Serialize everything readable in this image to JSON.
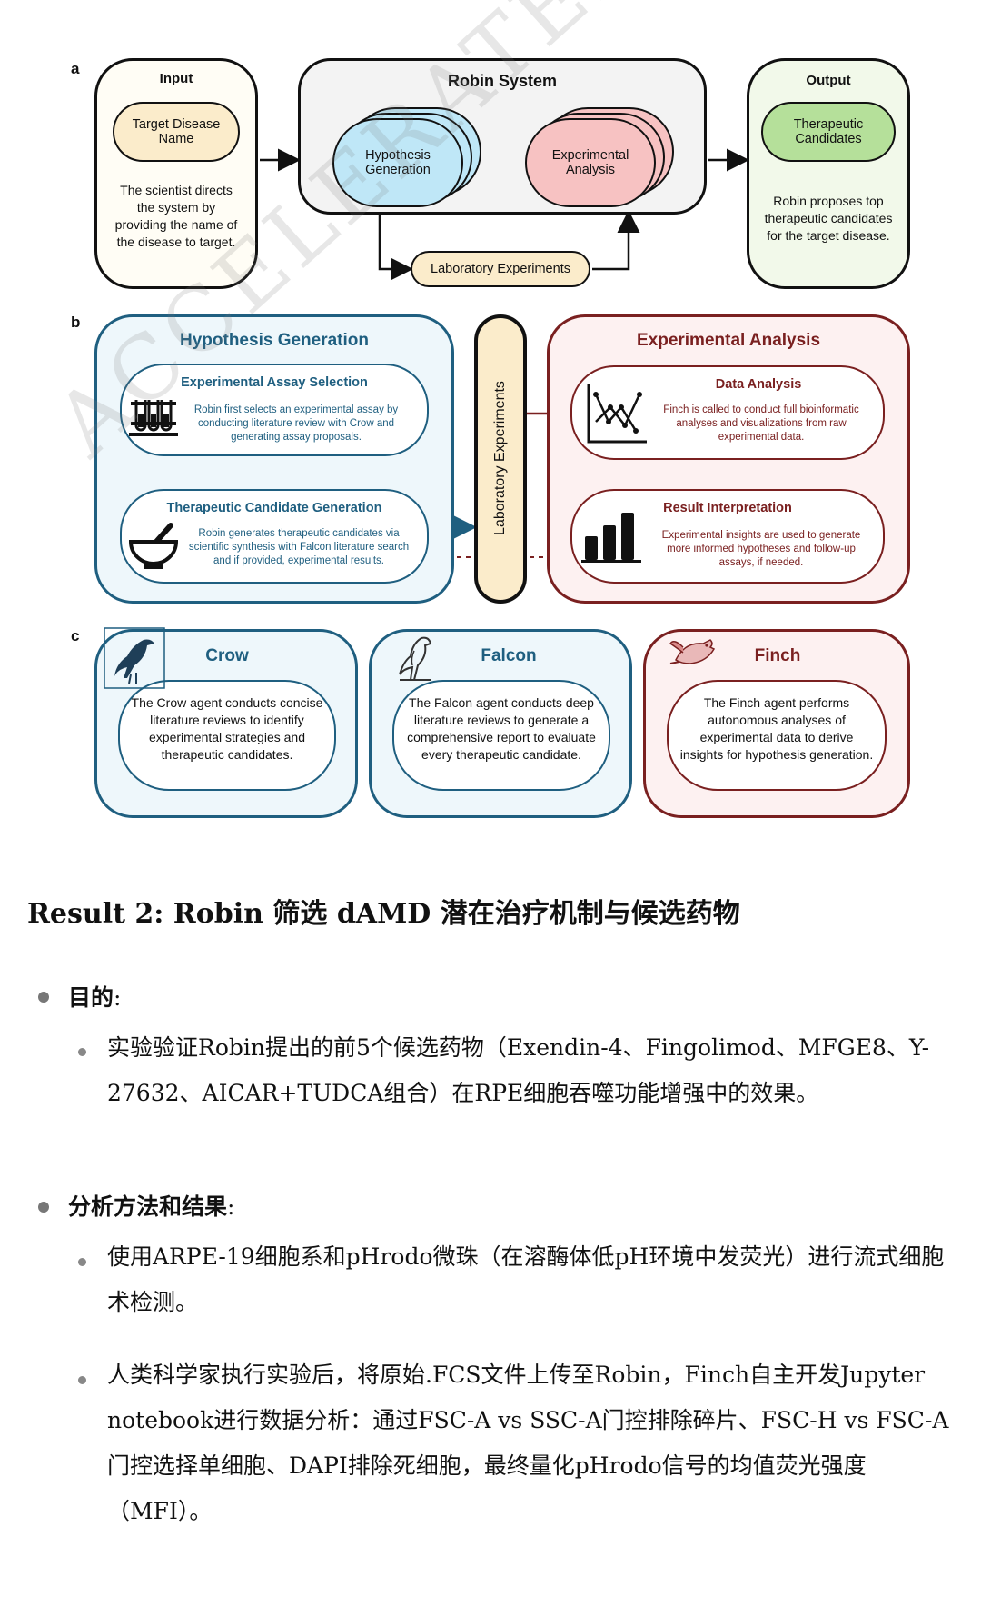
{
  "figure": {
    "panel_a": {
      "letter": "a",
      "input_title": "Input",
      "input_pill": "Target Disease Name",
      "input_desc": "The scientist directs the system by providing the name of the disease to target.",
      "system_title": "Robin System",
      "hypothesis_pill": "Hypothesis Generation",
      "experimental_pill": "Experimental Analysis",
      "lab_pill": "Laboratory Experiments",
      "output_title": "Output",
      "output_pill": "Therapeutic Candidates",
      "output_desc": "Robin proposes top therapeutic candidates for the target disease."
    },
    "panel_b": {
      "letter": "b",
      "hyp_title": "Hypothesis Generation",
      "assay_title": "Experimental Assay Selection",
      "assay_desc": "Robin first selects an experimental assay by conducting literature review with Crow and generating assay proposals.",
      "cand_title": "Therapeutic Candidate Generation",
      "cand_desc": "Robin generates therapeutic candidates via scientific synthesis with Falcon literature search and if provided, experimental results.",
      "lab_vertical": "Laboratory Experiments",
      "exp_title": "Experimental Analysis",
      "data_title": "Data Analysis",
      "data_desc": "Finch is called to conduct full bioinformatic analyses and visualizations from raw experimental data.",
      "result_title": "Result Interpretation",
      "result_desc": "Experimental insights are used to generate more informed hypotheses and follow-up assays, if needed."
    },
    "panel_c": {
      "letter": "c",
      "crow_title": "Crow",
      "crow_desc": "The Crow agent conducts concise literature reviews to identify experimental strategies and therapeutic candidates.",
      "falcon_title": "Falcon",
      "falcon_desc": "The Falcon agent conducts deep literature reviews to generate a comprehensive report to evaluate every therapeutic candidate.",
      "finch_title": "Finch",
      "finch_desc": "The Finch agent performs autonomous analyses of experimental data to derive insights for hypothesis generation."
    },
    "watermark": "ACCELERATED ARTICLE PREVIEW",
    "colors": {
      "input_pill": "#fbeccb",
      "input_bg": "#fffdf5",
      "system_bg": "#f3f3f3",
      "hypothesis": "#bfe7f7",
      "experimental": "#f7c2c2",
      "output_pill": "#b5e09a",
      "output_bg": "#f2f9ea",
      "lab_pill": "#fbeccb",
      "blue_border": "#1f5f80",
      "blue_bg": "#eef7fb",
      "red_border": "#7a2020",
      "red_bg": "#fdf1f1"
    }
  },
  "doc": {
    "heading": "Result 2:  Robin 筛选 dAMD 潜在治疗机制与候选药物",
    "purpose_label": "目的",
    "purpose_colon": ":",
    "purpose_text": "实验验证Robin提出的前5个候选药物（Exendin-4、Fingolimod、MFGE8、Y-27632、AICAR+TUDCA组合）在RPE细胞吞噬功能增强中的效果。",
    "methods_label": "分析方法和结果",
    "methods_colon": ":",
    "methods_text_1": "使用ARPE-19细胞系和pHrodo微珠（在溶酶体低pH环境中发荧光）进行流式细胞术检测。",
    "methods_text_2": "人类科学家执行实验后，将原始.FCS文件上传至Robin，Finch自主开发Jupyter notebook进行数据分析：通过FSC-A vs SSC-A门控排除碎片、FSC-H vs FSC-A门控选择单细胞、DAPI排除死细胞，最终量化pHrodo信号的均值荧光强度（MFI）。"
  }
}
